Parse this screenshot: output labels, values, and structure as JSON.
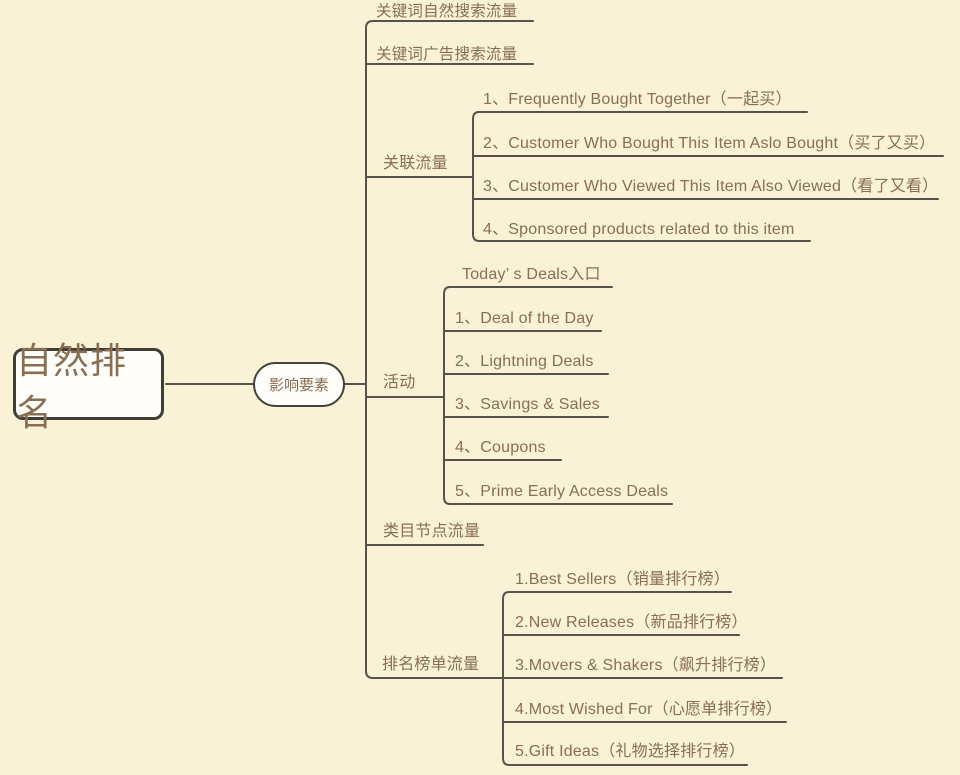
{
  "theme": {
    "background_color": "#f9f2d7",
    "line_color": "#55534b",
    "text_color": "#8a6e52",
    "node_fill_color": "#fffefb",
    "root_border_color": "#3e3d36",
    "hub_border_color": "#45443c"
  },
  "root": {
    "label": "自然排名"
  },
  "hub": {
    "label": "影响要素"
  },
  "branches": [
    {
      "label": "关键词自然搜索流量",
      "children": []
    },
    {
      "label": "关键词广告搜索流量",
      "children": []
    },
    {
      "label": "关联流量",
      "children": [
        {
          "label": "1、Frequently Bought Together（一起买）"
        },
        {
          "label": "2、Customer Who Bought This Item Aslo Bought（买了又买）"
        },
        {
          "label": "3、Customer Who Viewed This Item Also Viewed（看了又看）"
        },
        {
          "label": "4、Sponsored products related to this item"
        }
      ]
    },
    {
      "label": "活动",
      "children": [
        {
          "label": "Today’ s Deals入口"
        },
        {
          "label": "1、Deal of the Day"
        },
        {
          "label": "2、Lightning Deals"
        },
        {
          "label": "3、Savings & Sales"
        },
        {
          "label": "4、Coupons"
        },
        {
          "label": "5、Prime Early Access Deals"
        }
      ]
    },
    {
      "label": "类目节点流量",
      "children": []
    },
    {
      "label": "排名榜单流量",
      "children": [
        {
          "label": "1.Best Sellers（销量排行榜）"
        },
        {
          "label": "2.New Releases（新品排行榜）"
        },
        {
          "label": "3.Movers & Shakers（飙升排行榜）"
        },
        {
          "label": "4.Most Wished For（心愿单排行榜）"
        },
        {
          "label": "5.Gift Ideas（礼物选择排行榜）"
        }
      ]
    }
  ]
}
